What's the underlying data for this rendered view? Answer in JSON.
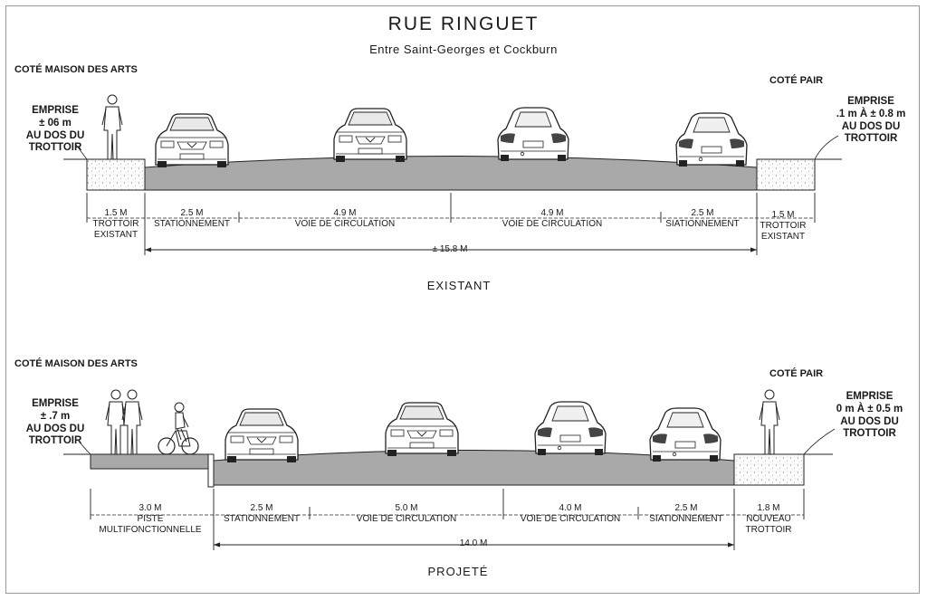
{
  "title": "RUE RINGUET",
  "subtitle": "Entre Saint-Georges et Cockburn",
  "existing": {
    "caption": "EXISTANT",
    "left_side": "COTÉ MAISON DES ARTS",
    "right_side": "COTÉ PAIR",
    "left_emprise": [
      "EMPRISE",
      "± 06 m",
      "AU DOS DU",
      "TROTTOIR"
    ],
    "right_emprise": [
      "EMPRISE",
      ".1 m À ± 0.8 m",
      "AU DOS DU",
      "TROTTOIR"
    ],
    "segments": [
      {
        "width": "1.5 M",
        "label": [
          "TROTTOIR",
          "EXISTANT"
        ]
      },
      {
        "width": "2.5 M",
        "label": [
          "STATIONNEMENT"
        ]
      },
      {
        "width": "4.9 M",
        "label": [
          "VOIE DE CIRCULATION"
        ]
      },
      {
        "width": "4.9 M",
        "label": [
          "VOIE DE CIRCULATION"
        ]
      },
      {
        "width": "2.5 M",
        "label": [
          "SIATIONNEMENT"
        ]
      },
      {
        "width": "1.5 M",
        "label": [
          "TROTTOIR",
          "EXISTANT"
        ]
      }
    ],
    "total": "± 15.8 M"
  },
  "projected": {
    "caption": "PROJETÉ",
    "left_side": "COTÉ MAISON DES ARTS",
    "right_side": "COTÉ PAIR",
    "left_emprise": [
      "EMPRISE",
      "± .7 m",
      "AU DOS DU",
      "TROTTOIR"
    ],
    "right_emprise": [
      "EMPRISE",
      "0 m À ± 0.5 m",
      "AU DOS DU",
      "TROTTOIR"
    ],
    "segments": [
      {
        "width": "3.0 M",
        "label": [
          "PISTE",
          "MULTIFONCTIONNELLE"
        ]
      },
      {
        "width": "2.5 M",
        "label": [
          "STATIONNEMENT"
        ]
      },
      {
        "width": "5.0 M",
        "label": [
          "VOIE DE CIRCULATION"
        ]
      },
      {
        "width": "4.0 M",
        "label": [
          "VOIE DE CIRCULATION"
        ]
      },
      {
        "width": "2.5 M",
        "label": [
          "SIATIONNEMENT"
        ]
      },
      {
        "width": "1.8 M",
        "label": [
          "NOUVEAU",
          "TROTTOIR"
        ]
      }
    ],
    "total": "14.0 M"
  },
  "colors": {
    "road": "#a9a9a9",
    "sidewalk": "#ffffff",
    "line": "#222222"
  },
  "icons": [
    "car-front-icon",
    "car-rear-icon",
    "pedestrian-icon",
    "cyclist-icon"
  ]
}
